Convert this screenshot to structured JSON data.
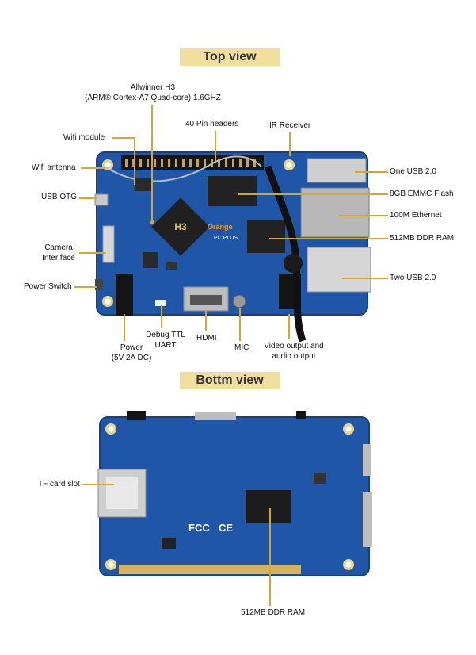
{
  "top_title": "Top view",
  "bottom_title": "Bottm view",
  "top_labels": {
    "allwinner_line1": "Allwinner H3",
    "allwinner_line2": "(ARM® Cortex-A7 Quad-core) 1.6GHZ",
    "pin_headers": "40 Pin headers",
    "ir_receiver": "IR Receiver",
    "wifi_module": "Wifi module",
    "wifi_antenna": "Wifi antenna",
    "usb_otg": "USB OTG",
    "camera_line1": "Camera",
    "camera_line2": "Inter face",
    "power_switch": "Power Switch",
    "power_line1": "Power",
    "power_line2": "(5V 2A DC)",
    "debug_line1": "Debug TTL",
    "debug_line2": "UART",
    "hdmi": "HDMI",
    "mic": "MIC",
    "video_line1": "Video output and",
    "video_line2": "audio output",
    "one_usb": "One USB 2.0",
    "emmc": "8GB EMMC Flash",
    "ethernet": "100M Ethernet",
    "ddr": "512MB DDR RAM",
    "two_usb": "Two USB 2.0"
  },
  "bottom_labels": {
    "tf_card": "TF card slot",
    "ddr": "512MB DDR RAM"
  },
  "board_markings": {
    "chip": "H3",
    "brand": "Orange",
    "model": "PC PLUS",
    "ce": "CE",
    "fcc": "FCC"
  },
  "colors": {
    "banner": "#f3df9d",
    "leader": "#d9a52e",
    "pcb": "#1f56a8"
  }
}
